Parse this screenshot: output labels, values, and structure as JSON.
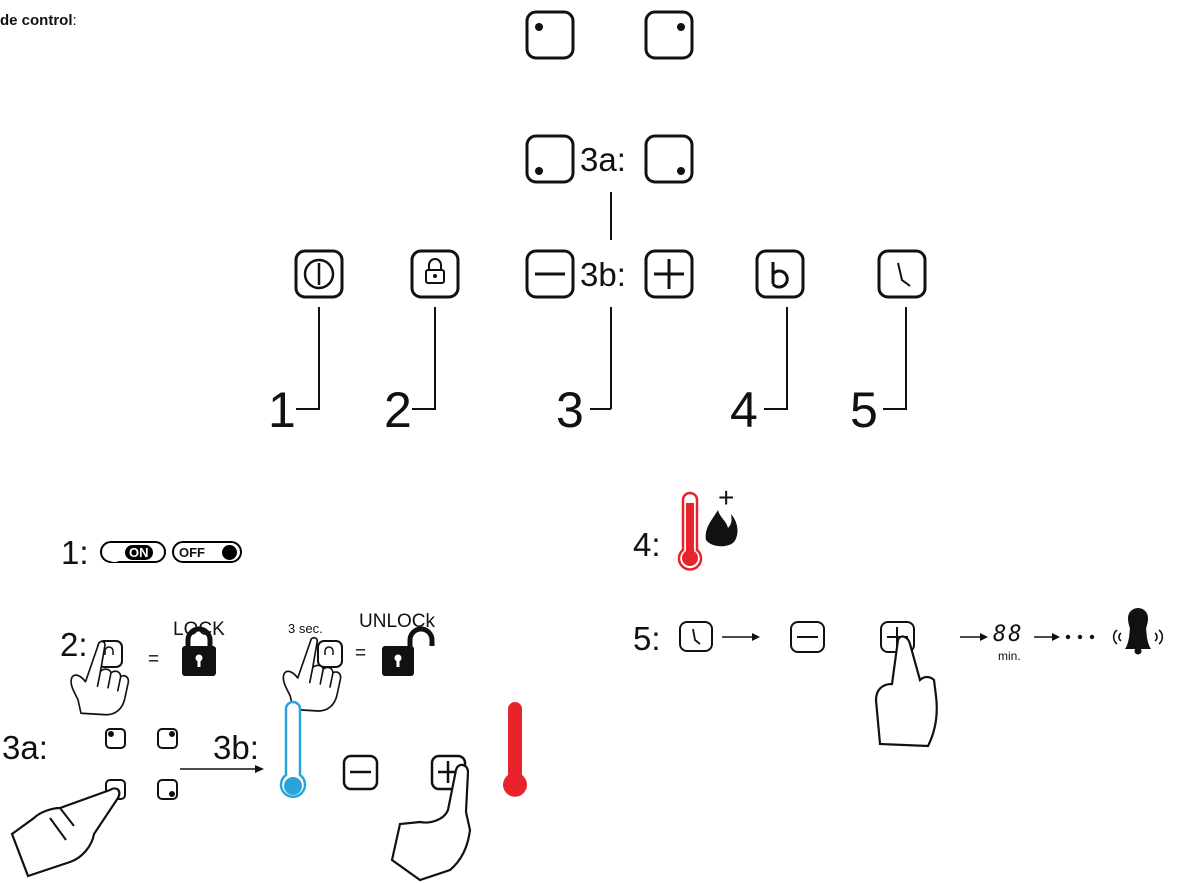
{
  "title": {
    "prefix": "de control",
    "suffix": ":"
  },
  "panel": {
    "label_3a": "3a:",
    "label_3b": "3b:",
    "callouts": [
      "1",
      "2",
      "3",
      "4",
      "5"
    ]
  },
  "legend": {
    "item1": {
      "label": "1:",
      "on": "ON",
      "off": "OFF"
    },
    "item2": {
      "label": "2:",
      "lock": "LOCK",
      "unlock": "UNLOCk",
      "hold": "3 sec.",
      "equals": "="
    },
    "item3": {
      "label_a": "3a:",
      "label_b": "3b:"
    },
    "item4": {
      "label": "4:",
      "plus": "+"
    },
    "item5": {
      "label": "5:",
      "display": "88",
      "unit": "min."
    }
  },
  "colors": {
    "cold": "#29a3dc",
    "hot": "#e8232b",
    "ink": "#111111"
  }
}
